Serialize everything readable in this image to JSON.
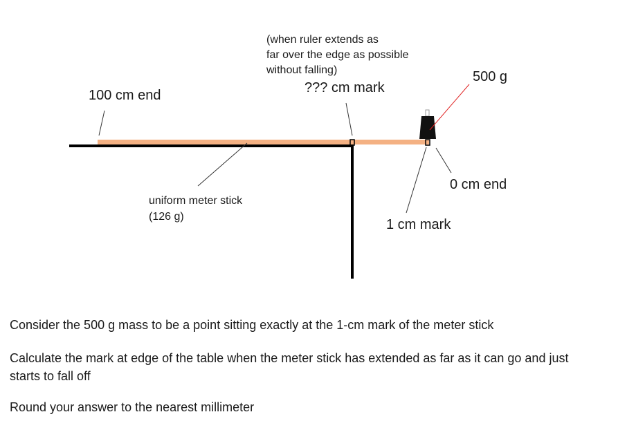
{
  "labels": {
    "end_100": "100 cm end",
    "note_line1": "(when ruler extends as",
    "note_line2": "far over the edge as possible",
    "note_line3": "without falling)",
    "unknown_mark": "??? cm mark",
    "mass": "500 g",
    "end_0": "0 cm end",
    "stick_line1": "uniform meter stick",
    "stick_line2": "(126 g)",
    "mark_1": "1 cm mark"
  },
  "text": {
    "p1": "Consider the 500 g mass to be a point sitting exactly at the 1-cm mark of the meter stick",
    "p2_line1": "Calculate the mark at edge of the table when the meter stick has extended as far as it can go and just",
    "p2_line2": "starts to fall off",
    "p3": "Round your answer to the nearest millimeter"
  },
  "colors": {
    "stick": "#f4b183",
    "table": "#000000",
    "pointer": "#333333",
    "mass_pointer": "#e02020",
    "mass": "#111111"
  }
}
